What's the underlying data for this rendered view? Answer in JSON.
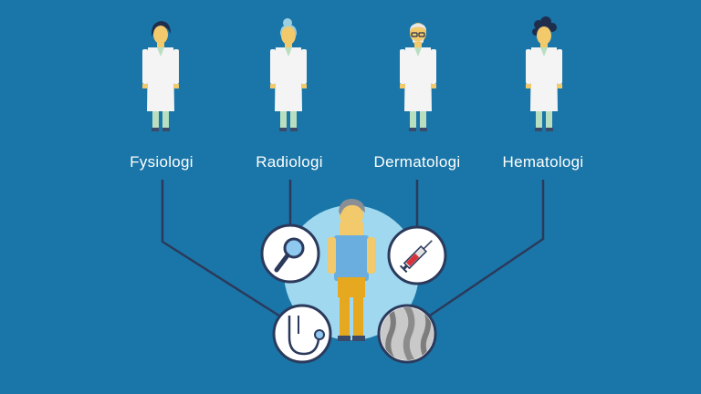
{
  "specialties": [
    {
      "label": "Fysiologi",
      "tool": "stethoscope-icon"
    },
    {
      "label": "Radiologi",
      "tool": "magnifier-icon"
    },
    {
      "label": "Dermatologi",
      "tool": "syringe-icon"
    },
    {
      "label": "Hematologi",
      "tool": "blood-vessel-icon"
    }
  ],
  "colors": {
    "background": "#1a76a8",
    "connector": "#2b3a5c",
    "patient_circle": "#9fd8ef",
    "coat": "#f4f4f4",
    "pants": "#b9dfc0",
    "skin": "#f2c96b",
    "patient_shirt": "#6aaee0",
    "patient_pants": "#e6a81e"
  }
}
